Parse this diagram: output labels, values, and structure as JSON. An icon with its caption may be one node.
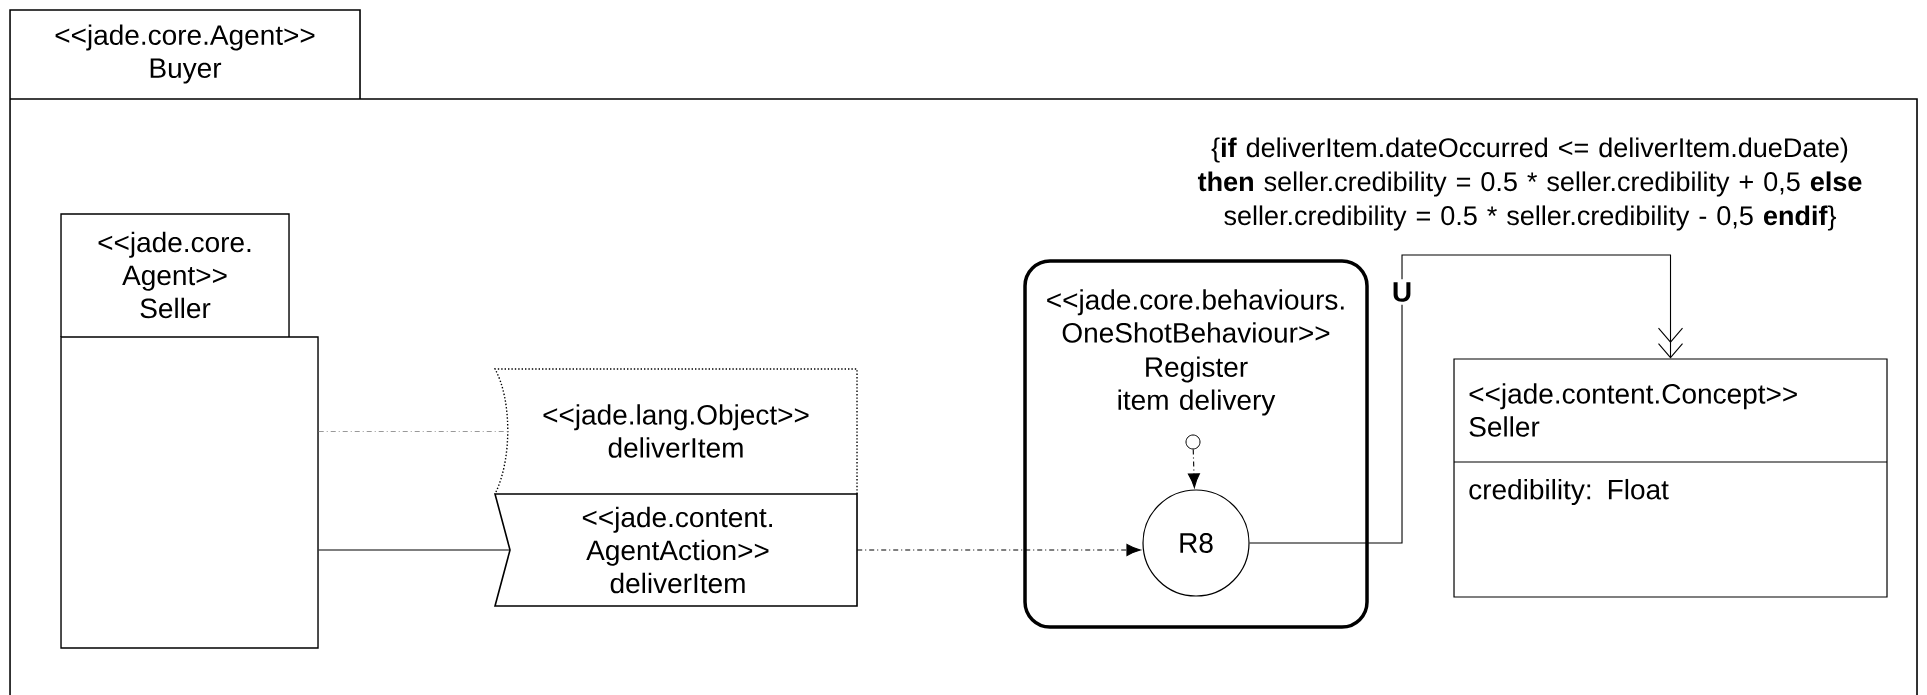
{
  "diagram": {
    "nodes": [
      {
        "text": [
          "<<jade.core.Agent>> Buyer"
        ]
      },
      {
        "text": [
          "<<jade.core. Agent>> Seller"
        ],
        "in": 0
      },
      {
        "text": [
          "<<jade.lang.Object>> deliverItem"
        ],
        "in": 0
      },
      {
        "text": [
          "<<jade.content. AgentAction>> deliverItem"
        ],
        "in": 0
      },
      {
        "text": [
          "<<jade.core.behaviours. OneShotBehaviour>>",
          "Register item delivery"
        ],
        "in": 0
      },
      {
        "text": [],
        "shape": "circle",
        "in": 4
      },
      {
        "text": [
          "R8"
        ],
        "in": 4
      },
      {
        "text": [
          "<<jade.content.Concept>> Seller",
          "credibility: Float"
        ],
        "in": 0
      }
    ],
    "edges": [
      {
        "from": 1,
        "to": 2,
        "arrow": "none",
        "style": "dashed",
        "color": "#999999"
      },
      {
        "from": 1,
        "to": 3,
        "arrow": "none"
      },
      {
        "from": 3,
        "to": 6,
        "arrow": "to",
        "style": "dashed"
      },
      {
        "from": 5,
        "to": 6,
        "arrow": "to",
        "style": "dashed"
      },
      {
        "from": 6,
        "to": 7,
        "arrow": "to",
        "label": "U"
      }
    ],
    "labels": [
      "{**if** deliverItem.dateOccurred <= deliverItem.dueDate) **then** seller.credibility = 0.5 * seller.credibility + 0,5 **else** seller.credibility = 0.5 * seller.credibility - 0,5 **endif**}"
    ]
  }
}
